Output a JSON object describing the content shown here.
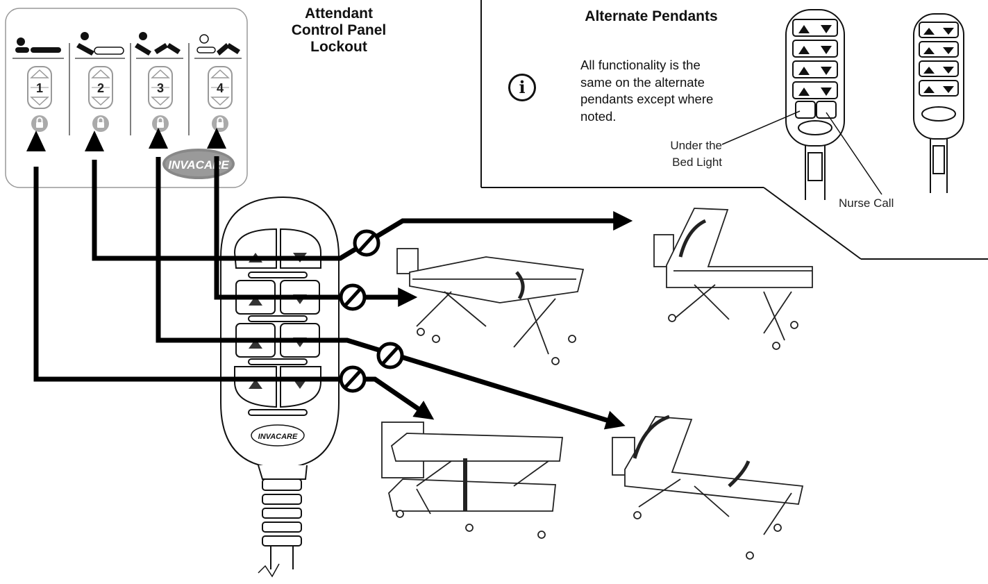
{
  "lockout": {
    "title_lines": [
      "Attendant",
      "Control Panel",
      "Lockout"
    ],
    "channels": [
      "1",
      "2",
      "3",
      "4"
    ]
  },
  "alternate": {
    "title": "Alternate Pendants",
    "info_icon": "i",
    "text_lines": [
      "All functionality is the",
      "same on the alternate",
      "pendants except where",
      "noted."
    ],
    "under_light_lines": [
      "Under the",
      "Bed Light"
    ],
    "nurse_call": "Nurse Call"
  },
  "brand": "INVACARE",
  "icons": [
    "lock-icon",
    "info-icon",
    "arrow-icon",
    "no-symbol-icon",
    "up-triangle-icon",
    "down-triangle-icon"
  ]
}
